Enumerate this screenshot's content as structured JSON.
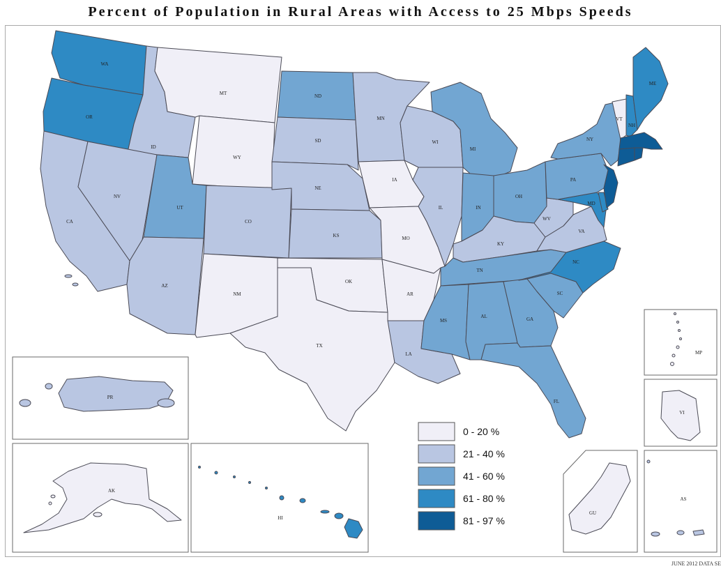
{
  "title": "Percent of Population in Rural Areas with Access to 25 Mbps Speeds",
  "footnote": "JUNE 2012 DATA SE",
  "legend": {
    "bins": [
      {
        "label": "0 - 20 %",
        "color": "#f0eff7"
      },
      {
        "label": "21 - 40 %",
        "color": "#b9c6e2"
      },
      {
        "label": "41 - 60 %",
        "color": "#72a6d2"
      },
      {
        "label": "61 - 80 %",
        "color": "#2e8ac4"
      },
      {
        "label": "81 - 97 %",
        "color": "#0e5c96"
      }
    ]
  },
  "states": {
    "WA": {
      "label": "WA",
      "bin": 3
    },
    "OR": {
      "label": "OR",
      "bin": 3
    },
    "CA": {
      "label": "CA",
      "bin": 1
    },
    "ID": {
      "label": "ID",
      "bin": 1
    },
    "NV": {
      "label": "NV",
      "bin": 1
    },
    "MT": {
      "label": "MT",
      "bin": 0
    },
    "WY": {
      "label": "WY",
      "bin": 0
    },
    "UT": {
      "label": "UT",
      "bin": 2
    },
    "AZ": {
      "label": "AZ",
      "bin": 1
    },
    "CO": {
      "label": "CO",
      "bin": 1
    },
    "NM": {
      "label": "NM",
      "bin": 0
    },
    "ND": {
      "label": "ND",
      "bin": 2
    },
    "SD": {
      "label": "SD",
      "bin": 1
    },
    "NE": {
      "label": "NE",
      "bin": 1
    },
    "KS": {
      "label": "KS",
      "bin": 1
    },
    "OK": {
      "label": "OK",
      "bin": 0
    },
    "TX": {
      "label": "TX",
      "bin": 0
    },
    "MN": {
      "label": "MN",
      "bin": 1
    },
    "IA": {
      "label": "IA",
      "bin": 0
    },
    "MO": {
      "label": "MO",
      "bin": 0
    },
    "AR": {
      "label": "AR",
      "bin": 0
    },
    "LA": {
      "label": "LA",
      "bin": 1
    },
    "WI": {
      "label": "WI",
      "bin": 1
    },
    "IL": {
      "label": "IL",
      "bin": 1
    },
    "MI": {
      "label": "MI",
      "bin": 2
    },
    "IN": {
      "label": "IN",
      "bin": 2
    },
    "OH": {
      "label": "OH",
      "bin": 2
    },
    "KY": {
      "label": "KY",
      "bin": 1
    },
    "TN": {
      "label": "TN",
      "bin": 2
    },
    "MS": {
      "label": "MS",
      "bin": 2
    },
    "AL": {
      "label": "AL",
      "bin": 2
    },
    "GA": {
      "label": "GA",
      "bin": 2
    },
    "FL": {
      "label": "FL",
      "bin": 2
    },
    "SC": {
      "label": "SC",
      "bin": 2
    },
    "NC": {
      "label": "NC",
      "bin": 3
    },
    "VA": {
      "label": "VA",
      "bin": 1
    },
    "WV": {
      "label": "WV",
      "bin": 1
    },
    "MD": {
      "label": "MD",
      "bin": 3
    },
    "PA": {
      "label": "PA",
      "bin": 2
    },
    "NY": {
      "label": "NY",
      "bin": 2
    },
    "NJ": {
      "label": "",
      "bin": 4
    },
    "DE": {
      "label": "",
      "bin": 3
    },
    "VT": {
      "label": "VT",
      "bin": 0
    },
    "NH": {
      "label": "NH",
      "bin": 3
    },
    "ME": {
      "label": "ME",
      "bin": 3
    },
    "MA": {
      "label": "",
      "bin": 4
    },
    "CT": {
      "label": "",
      "bin": 4
    },
    "RI": {
      "label": "",
      "bin": 4
    },
    "AK": {
      "label": "AK",
      "bin": 0
    },
    "HI": {
      "label": "HI",
      "bin": 3
    },
    "PR": {
      "label": "PR",
      "bin": 1
    },
    "MP": {
      "label": "MP",
      "bin": 0
    },
    "VI": {
      "label": "VI",
      "bin": 0
    },
    "GU": {
      "label": "GU",
      "bin": 0
    },
    "AS": {
      "label": "AS",
      "bin": 1
    }
  }
}
